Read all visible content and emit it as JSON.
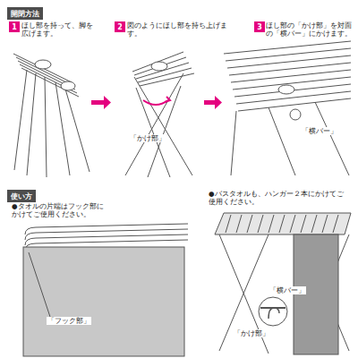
{
  "diagram": {
    "nodes": [
      {
        "text": [
          "開閉方法"
        ]
      },
      {
        "text": [
          "1"
        ]
      },
      {
        "text": [
          "2"
        ]
      },
      {
        "text": [
          "3"
        ]
      },
      {
        "text": [
          "使い方"
        ]
      }
    ],
    "labels": [
      "ほし部を持って、脚を広げます。",
      "図のようにほし部を持ち上げます。",
      "ほし部の「かけ部」を対面の「横バー」にかけます。",
      "「かけ部」",
      "「横バー」",
      "「横バー」",
      "「かけ部」",
      "●タオルの片端はフック部にかけてご使用ください。",
      "「フック部」",
      "●バスタオルも、ハンガー２本にかけてご使用ください。"
    ]
  }
}
